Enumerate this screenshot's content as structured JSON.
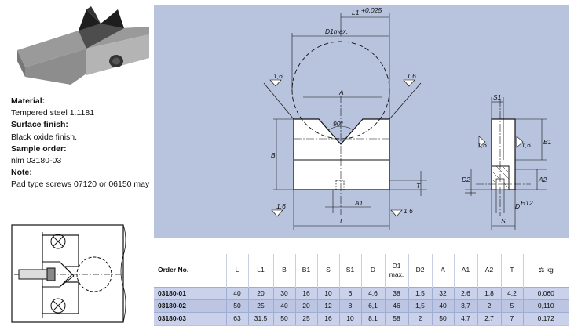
{
  "specs": [
    {
      "label": "Material:",
      "value": "Tempered steel 1.1181"
    },
    {
      "label": "Surface finish:",
      "value": "Black oxide finish."
    },
    {
      "label": "Sample order:",
      "value": "nlm 03180-03"
    },
    {
      "label": "Note:",
      "value": "Pad type screws 07120 or 06150 may"
    }
  ],
  "drawing": {
    "labels": {
      "L1": "L1",
      "L1_tol": "+0.025",
      "D1max": "D1max.",
      "A": "A",
      "angle": "90°",
      "B": "B",
      "T": "T",
      "A1": "A1",
      "L": "L",
      "S1": "S1",
      "B1": "B1",
      "D2": "D2",
      "A2": "A2",
      "DH12": "D",
      "DH12_sup": "H12",
      "S": "S",
      "surf": "1,6"
    }
  },
  "table": {
    "headers": [
      "Order No.",
      "L",
      "L1",
      "B",
      "B1",
      "S",
      "S1",
      "D",
      "D1",
      "D2",
      "A",
      "A1",
      "A2",
      "T",
      "kg"
    ],
    "header_sub_D1": "max.",
    "rows": [
      [
        "03180-01",
        "40",
        "20",
        "30",
        "16",
        "10",
        "6",
        "4,6",
        "38",
        "1,5",
        "32",
        "2,6",
        "1,8",
        "4,2",
        "0,060"
      ],
      [
        "03180-02",
        "50",
        "25",
        "40",
        "20",
        "12",
        "8",
        "6,1",
        "46",
        "1,5",
        "40",
        "3,7",
        "2",
        "5",
        "0,110"
      ],
      [
        "03180-03",
        "63",
        "31,5",
        "50",
        "25",
        "16",
        "10",
        "8,1",
        "58",
        "2",
        "50",
        "4,7",
        "2,7",
        "7",
        "0,172"
      ]
    ]
  }
}
